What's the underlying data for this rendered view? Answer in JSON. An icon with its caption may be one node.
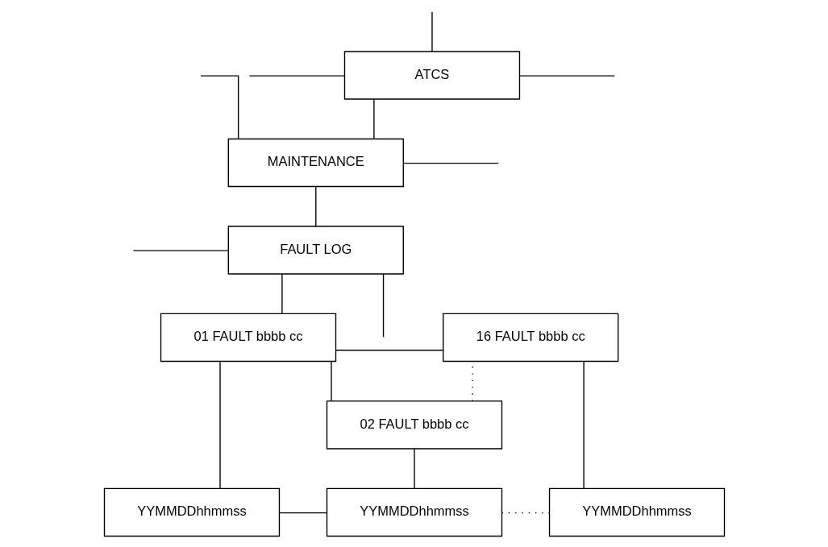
{
  "diagram": {
    "nodes": [
      {
        "text": [
          "ATCS"
        ]
      },
      {
        "text": [
          "MAINTENANCE"
        ]
      },
      {
        "text": [
          "FAULT LOG"
        ]
      },
      {
        "text": [
          "01 FAULT bbbb cc"
        ]
      },
      {
        "text": [
          "02 FAULT bbbb cc"
        ]
      },
      {
        "text": [
          "16 FAULT bbbb cc"
        ]
      },
      {
        "text": [
          "YYMMDDhhmmss"
        ]
      },
      {
        "text": [
          "YYMMDDhhmmss"
        ]
      },
      {
        "text": [
          "YYMMDDhhmmss"
        ]
      }
    ],
    "edges": [
      {
        "from": null,
        "to": 0,
        "arrow": "none"
      },
      {
        "from": null,
        "to": 0,
        "arrow": "none"
      },
      {
        "from": 0,
        "to": null,
        "arrow": "none"
      },
      {
        "from": 0,
        "to": 1,
        "arrow": "none"
      },
      {
        "from": null,
        "to": 1,
        "arrow": "none"
      },
      {
        "from": 1,
        "to": null,
        "arrow": "none"
      },
      {
        "from": 1,
        "to": 2,
        "arrow": "none"
      },
      {
        "from": null,
        "to": 2,
        "arrow": "none"
      },
      {
        "from": 2,
        "to": null,
        "arrow": "none"
      },
      {
        "from": 2,
        "to": 3,
        "arrow": "none"
      },
      {
        "from": 5,
        "to": 3,
        "arrow": "none"
      },
      {
        "from": 3,
        "to": 4,
        "arrow": "none"
      },
      {
        "from": 4,
        "to": 5,
        "arrow": "none",
        "style": "dashed"
      },
      {
        "from": 3,
        "to": 6,
        "arrow": "none"
      },
      {
        "from": 4,
        "to": 7,
        "arrow": "none"
      },
      {
        "from": 5,
        "to": 8,
        "arrow": "none"
      },
      {
        "from": 6,
        "to": 7,
        "arrow": "none"
      },
      {
        "from": 7,
        "to": 8,
        "arrow": "none",
        "style": "dashed"
      }
    ]
  }
}
